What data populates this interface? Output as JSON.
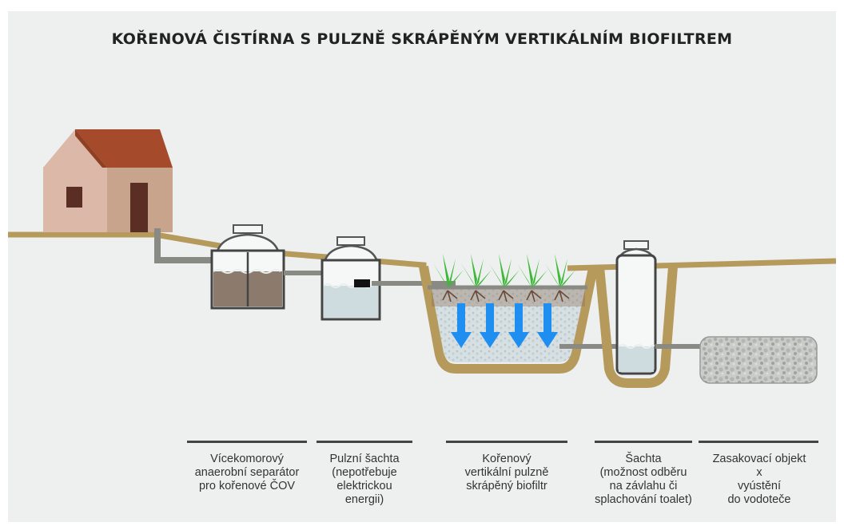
{
  "title": "KOŘENOVÁ ČISTÍRNA S PULZNĚ SKRÁPĚNÝM VERTIKÁLNÍM BIOFILTREM",
  "colors": {
    "background": "#eef0f0",
    "soil": "#b59a5c",
    "water": "#cfdcdf",
    "sludge": "#8c7b6c",
    "arrow": "#1e8ff0",
    "plants": "#3fb83a",
    "gravel": "#bfc2c0",
    "house_wall": "#dcb8a8",
    "roof": "#a54a2b"
  },
  "icons": [
    "house-icon",
    "plant-icon",
    "arrow-down-icon"
  ],
  "labels": [
    {
      "id": "separator",
      "lines": [
        "Vícekomorový",
        "anaerobní separátor",
        "pro kořenové ČOV"
      ]
    },
    {
      "id": "pulse_shaft",
      "lines": [
        "Pulzní šachta",
        "(nepotřebuje",
        "elektrickou",
        "energii)"
      ]
    },
    {
      "id": "biofilter",
      "lines": [
        "Kořenový",
        "vertikální pulzně",
        "skrápěný biofiltr"
      ]
    },
    {
      "id": "shaft",
      "lines": [
        "Šachta",
        "(možnost odběru",
        "na závlahu či",
        "splachování toalet)"
      ]
    },
    {
      "id": "soakaway",
      "lines": [
        "Zasakovací objekt",
        "x",
        "vyústění",
        "do vodoteče"
      ]
    }
  ]
}
